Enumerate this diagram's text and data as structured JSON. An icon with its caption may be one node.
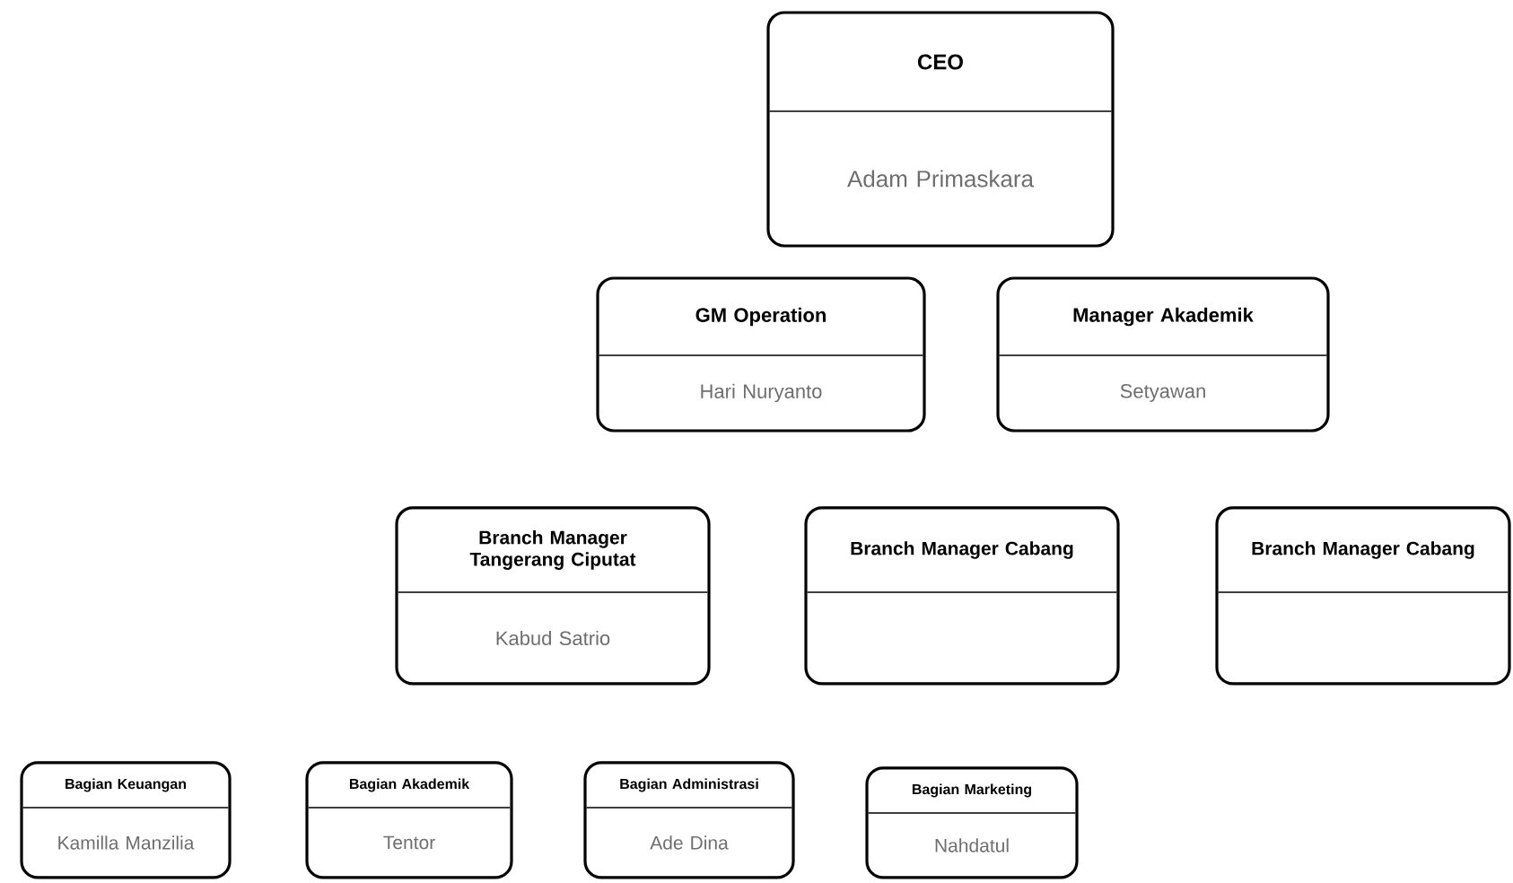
{
  "diagram": {
    "nodes": [
      {
        "text": [
          "CEO",
          "Adam Primaskara"
        ]
      },
      {
        "text": [
          "GM Operation",
          "Hari Nuryanto"
        ]
      },
      {
        "text": [
          "Manager Akademik",
          "Setyawan"
        ]
      },
      {
        "text": [
          "Branch Manager Tangerang Ciputat",
          "Kabud Satrio"
        ]
      },
      {
        "text": [
          "Branch Manager Cabang"
        ]
      },
      {
        "text": [
          "Branch Manager Cabang"
        ]
      },
      {
        "text": [
          "Bagian Keuangan",
          "Kamilla Manzilia"
        ]
      },
      {
        "text": [
          "Bagian Akademik",
          "Tentor"
        ]
      },
      {
        "text": [
          "Bagian Administrasi",
          "Ade Dina"
        ]
      },
      {
        "text": [
          "Bagian Marketing",
          "Nahdatul"
        ]
      }
    ]
  }
}
